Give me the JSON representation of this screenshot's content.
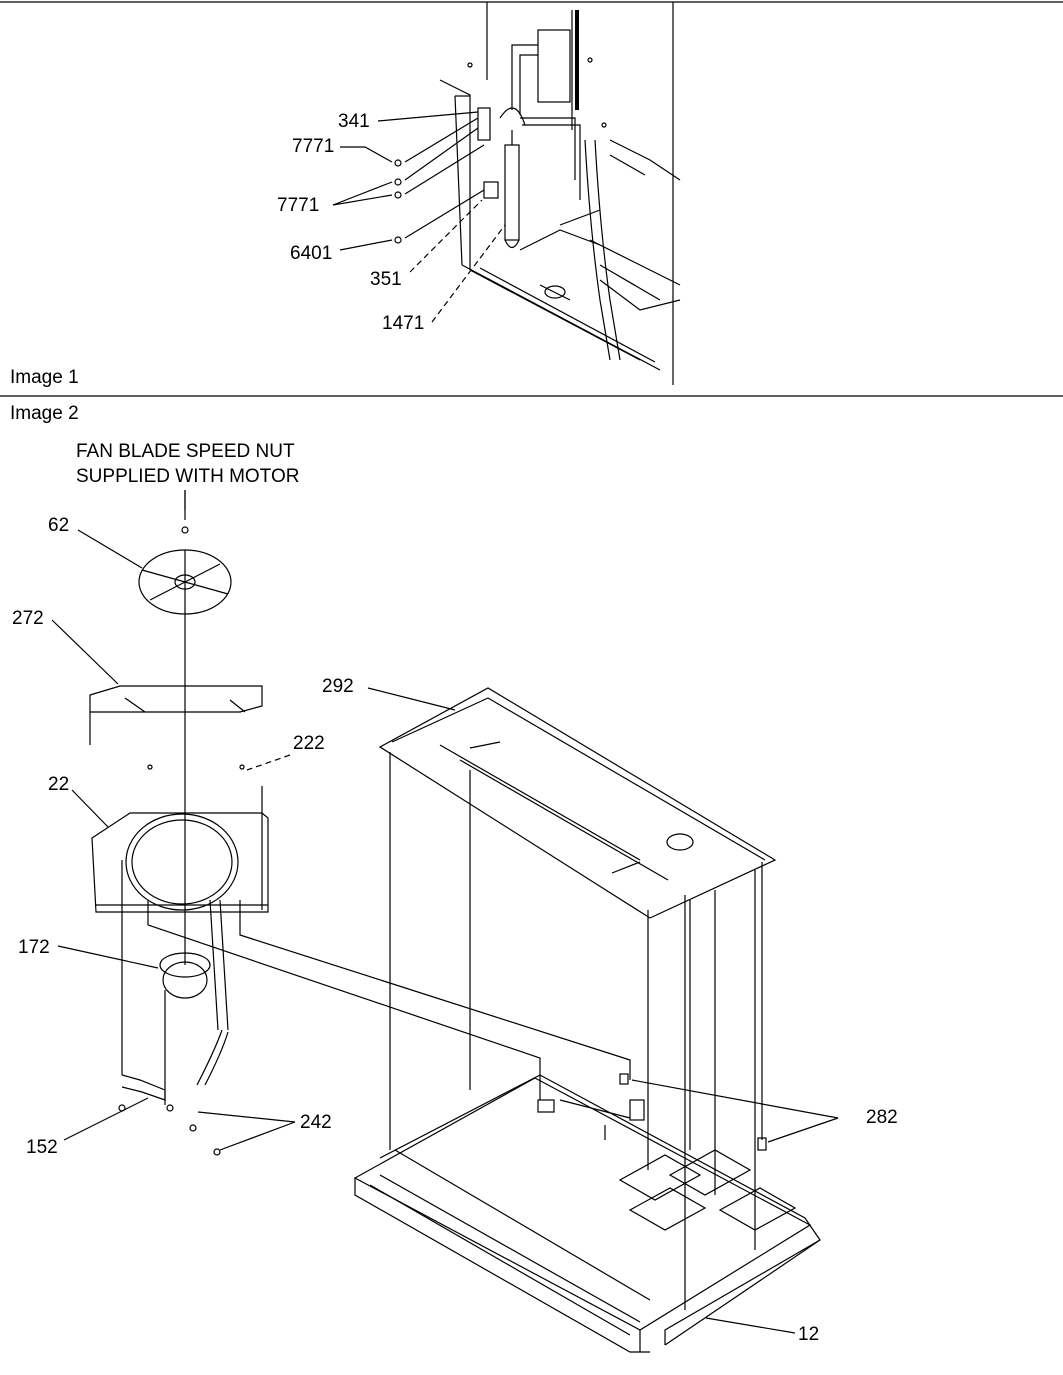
{
  "image1": {
    "caption": "Image 1",
    "callouts": {
      "p341": "341",
      "p7771a": "7771",
      "p7771b": "7771",
      "p6401": "6401",
      "p351": "351",
      "p1471": "1471"
    }
  },
  "image2": {
    "caption": "Image 2",
    "note_line1": "FAN BLADE SPEED NUT",
    "note_line2": "SUPPLIED WITH MOTOR",
    "callouts": {
      "p62": "62",
      "p272": "272",
      "p292": "292",
      "p222": "222",
      "p22": "22",
      "p172": "172",
      "p282": "282",
      "p242": "242",
      "p152": "152",
      "p12": "12"
    }
  }
}
